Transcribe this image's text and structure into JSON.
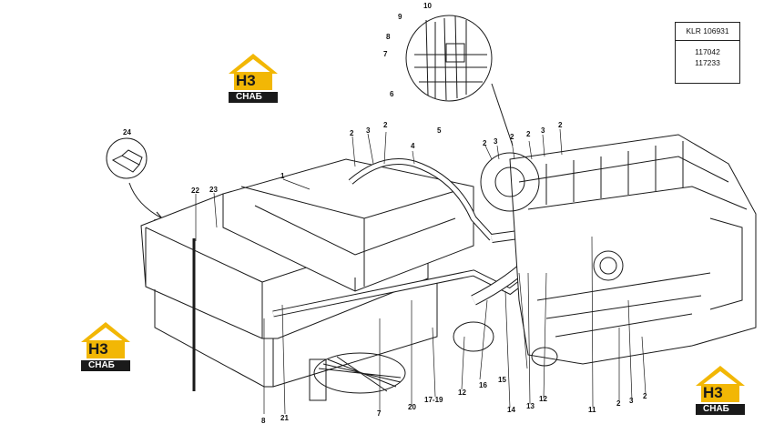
{
  "reference": {
    "code": "KLR 106931",
    "parts": [
      "117042",
      "117233"
    ]
  },
  "logo": {
    "mark": "H3",
    "name": "СНАБ"
  },
  "callouts": [
    "1",
    "2",
    "3",
    "4",
    "5",
    "6",
    "7",
    "8",
    "9",
    "10",
    "11",
    "12",
    "13",
    "14",
    "15",
    "16",
    "17-19",
    "20",
    "21",
    "22",
    "23",
    "24"
  ],
  "colors": {
    "line": "#1a1a1a",
    "logo_yellow": "#f2b705",
    "logo_black": "#1a1a1a"
  }
}
